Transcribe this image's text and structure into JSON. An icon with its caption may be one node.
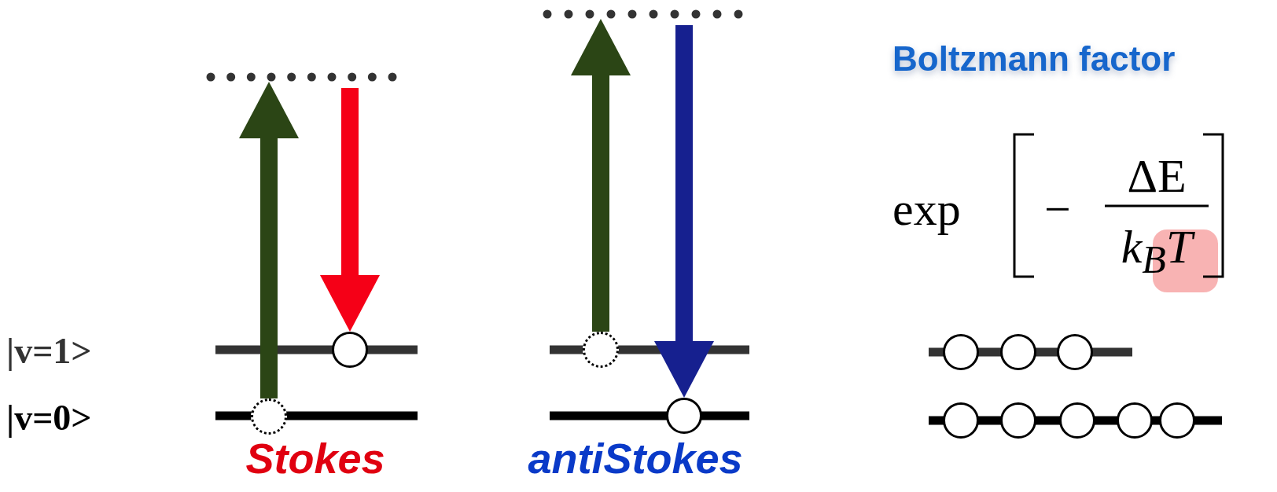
{
  "diagram": {
    "nodes": [
      {
        "text": [],
        "shape": "line"
      },
      {
        "text": [],
        "shape": "circle"
      },
      {
        "text": [],
        "shape": "circle"
      },
      {
        "text": [],
        "shape": "line"
      },
      {
        "text": [],
        "shape": "circle"
      },
      {
        "text": [],
        "shape": "circle"
      },
      {
        "text": [],
        "shape": "circle"
      },
      {
        "text": [],
        "shape": "circle"
      },
      {
        "text": [],
        "shape": "circle"
      },
      {
        "text": [],
        "shape": "circle"
      },
      {
        "text": [],
        "shape": "circle"
      },
      {
        "text": [],
        "shape": "circle"
      },
      {
        "text": [],
        "shape": "circle"
      },
      {
        "text": [],
        "shape": "circle"
      }
    ],
    "edges": [
      {
        "from": 1,
        "to": 0,
        "arrow": "to",
        "color": "#2b4515"
      },
      {
        "from": 0,
        "to": 2,
        "arrow": "to",
        "color": "#f50017"
      },
      {
        "from": 4,
        "to": 3,
        "arrow": "to",
        "color": "#2b4515"
      },
      {
        "from": 3,
        "to": 5,
        "arrow": "to",
        "color": "#16208f"
      }
    ],
    "labels": [
      "|v=1>",
      "|v=0>",
      "Stokes",
      "antiStokes",
      "Boltzmann factor",
      "exp",
      "−",
      "ΔE",
      "k$_{B}$T"
    ]
  }
}
